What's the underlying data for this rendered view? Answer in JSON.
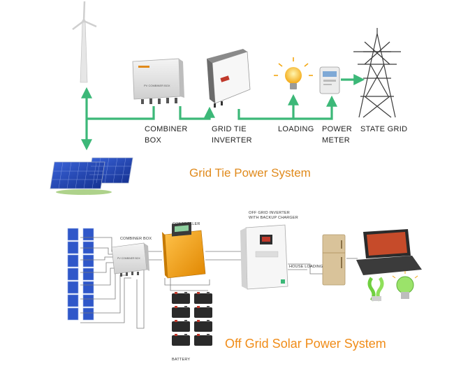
{
  "grid_tie": {
    "title": "Grid Tie Power System",
    "combiner_label_1": "COMBINER",
    "combiner_label_2": "BOX",
    "inverter_label_1": "GRID TIE",
    "inverter_label_2": "INVERTER",
    "loading_label": "LOADING",
    "meter_label_1": "POWER",
    "meter_label_2": "METER",
    "state_grid_label": "STATE GRID",
    "combiner_box_text": "PV COMBINER BOX"
  },
  "off_grid": {
    "title": "Off Grid Solar Power System",
    "combiner_label": "COMBINER BOX",
    "controller_label": "CONTROLLER",
    "inverter_label_1": "OFF GRID INVERTER",
    "inverter_label_2": "WITH BACKUP CHARGER",
    "house_loading_label": "HOUSE LOADING",
    "battery_label": "BATTERY",
    "combiner_box_text": "PV COMBINER BOX"
  },
  "colors": {
    "flow_green": "#3cb878",
    "title_orange": "#e08a1c",
    "solar_blue": "#1f3fa8",
    "controller_orange": "#f5a623"
  }
}
